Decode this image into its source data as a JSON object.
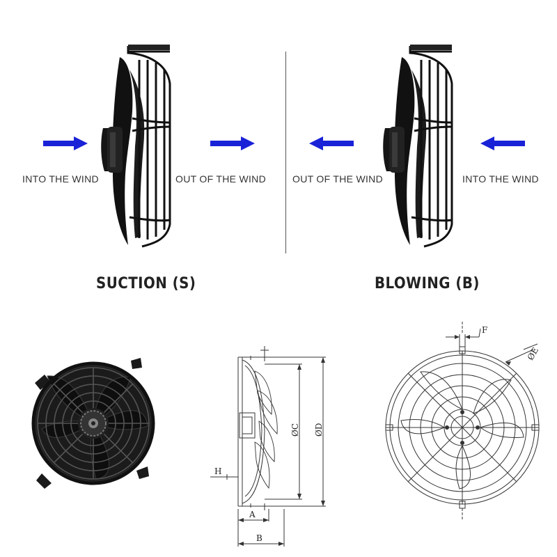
{
  "colors": {
    "arrow": "#1a22d8",
    "fan": "#111111",
    "line": "#333333"
  },
  "suction": {
    "left_label": "INTO THE WIND",
    "right_label": "OUT OF THE WIND",
    "title": "SUCTION (S)"
  },
  "blowing": {
    "left_label": "OUT OF THE WIND",
    "right_label": "INTO THE WIND",
    "title": "BLOWING (B)"
  },
  "dimensions": {
    "side": {
      "H": "H",
      "A": "A",
      "B": "B",
      "C": "ØC",
      "D": "ØD"
    },
    "front": {
      "F": "F",
      "E": "ØE"
    }
  }
}
